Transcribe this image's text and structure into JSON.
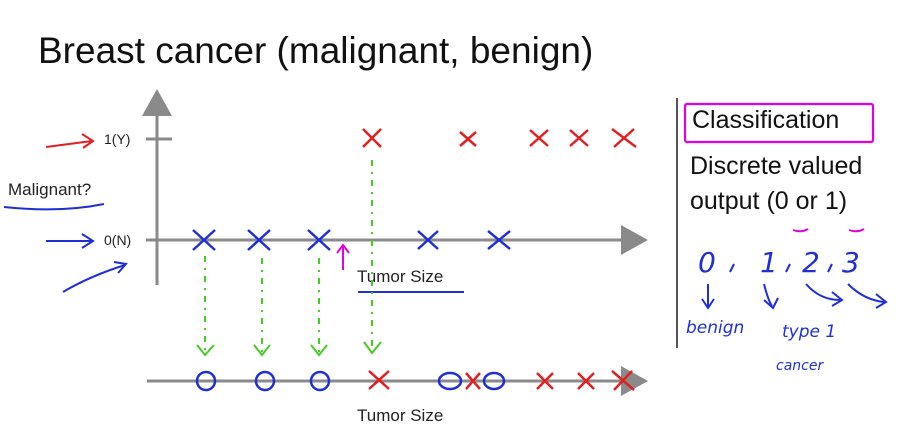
{
  "title": "Breast cancer (malignant, benign)",
  "top_plot": {
    "y_label": "Malignant?",
    "y_tick_one": "1(Y)",
    "y_tick_zero": "0(N)",
    "x_label": "Tumor Size",
    "malignant_marker": "×",
    "benign_marker": "×"
  },
  "bottom_plot": {
    "x_label": "Tumor Size",
    "benign_marker": "O",
    "malignant_marker": "×"
  },
  "sidebar": {
    "heading": "Classification",
    "line1": "Discrete valued",
    "line2_prefix": "output (",
    "line2_zero": "0",
    "line2_or": " or ",
    "line2_one": "1",
    "line2_suffix": ")"
  },
  "handwriting": {
    "class_list": [
      "0",
      "1",
      "2",
      "3"
    ],
    "benign": "benign",
    "type1": "type 1",
    "cancer": "cancer"
  },
  "colors": {
    "malignant": "#e02020",
    "benign": "#1f2fd6",
    "guide_arrow": "#44cc22",
    "highlight": "#e000e0",
    "axis": "#8a8a8a"
  }
}
